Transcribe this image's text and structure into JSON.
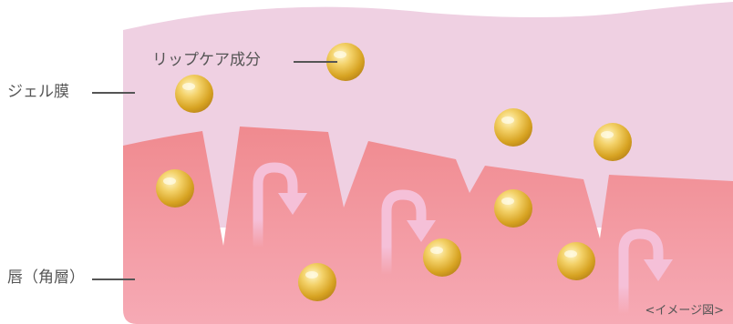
{
  "labels": {
    "gel_film": "ジェル膜",
    "lip_care_ingredients": "リップケア成分",
    "lip_horny_layer": "唇（角層）",
    "image_note": "<イメージ図>"
  },
  "colors": {
    "gel_layer": "#efd0e2",
    "lip_top": "#f08a8f",
    "lip_bottom": "#f6aab5",
    "arrow": "#f5c0d8",
    "label_text": "#555555"
  },
  "icons": [
    "ingredient-droplet-icon",
    "upward-hook-arrow-icon"
  ]
}
